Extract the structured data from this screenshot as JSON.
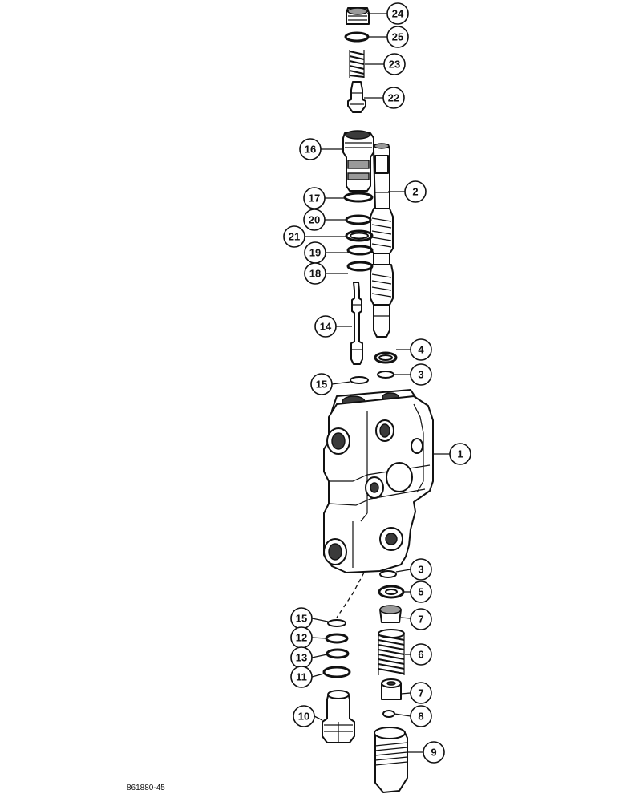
{
  "callouts": [
    {
      "label": "24",
      "part": "plug"
    },
    {
      "label": "25",
      "part": "o-ring"
    },
    {
      "label": "23",
      "part": "spring"
    },
    {
      "label": "22",
      "part": "poppet"
    },
    {
      "label": "16",
      "part": "relief-valve-housing"
    },
    {
      "label": "2",
      "part": "spool"
    },
    {
      "label": "17",
      "part": "o-ring"
    },
    {
      "label": "20",
      "part": "ring"
    },
    {
      "label": "21",
      "part": "backup-ring"
    },
    {
      "label": "19",
      "part": "o-ring"
    },
    {
      "label": "18",
      "part": "o-ring"
    },
    {
      "label": "14",
      "part": "relief-valve-pin"
    },
    {
      "label": "4",
      "part": "wiper-seal"
    },
    {
      "label": "3",
      "part": "o-ring"
    },
    {
      "label": "15",
      "part": "o-ring"
    },
    {
      "label": "1",
      "part": "valve-body"
    },
    {
      "label": "3",
      "part": "o-ring-lower"
    },
    {
      "label": "5",
      "part": "washer"
    },
    {
      "label": "7",
      "part": "spring-seat"
    },
    {
      "label": "15",
      "part": "o-ring-lower"
    },
    {
      "label": "12",
      "part": "ring"
    },
    {
      "label": "6",
      "part": "centering-spring"
    },
    {
      "label": "13",
      "part": "backup-ring"
    },
    {
      "label": "11",
      "part": "o-ring"
    },
    {
      "label": "7",
      "part": "spring-seat-lower"
    },
    {
      "label": "8",
      "part": "retainer"
    },
    {
      "label": "10",
      "part": "plug"
    },
    {
      "label": "9",
      "part": "cap"
    }
  ],
  "reference_number": "861880-45"
}
